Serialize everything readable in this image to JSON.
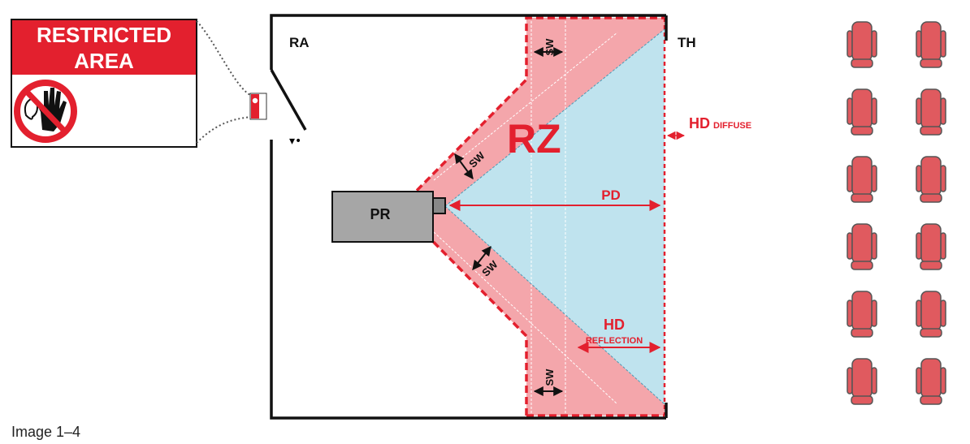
{
  "sign": {
    "line1": "RESTRICTED",
    "line2": "AREA",
    "icon": "no-hand-icon"
  },
  "labels": {
    "ra": "RA",
    "th": "TH",
    "rz": "RZ",
    "pr": "PR",
    "pd": "PD",
    "sw": "SW",
    "hd_diffuse_main": "HD",
    "hd_diffuse_sub": "DIFFUSE",
    "hd_reflection_main": "HD",
    "hd_reflection_sub": "REFLECTION"
  },
  "seating": {
    "columns": 2,
    "rows": 6,
    "icon": "seat-icon"
  },
  "caption": "Image 1–4",
  "colors": {
    "zone": "#f4a6ab",
    "beam": "#bfe3ee",
    "red": "#e3202e",
    "seat_fill": "#e05a5f",
    "seat_stroke": "#555555",
    "projector": "#a6a6a6"
  }
}
